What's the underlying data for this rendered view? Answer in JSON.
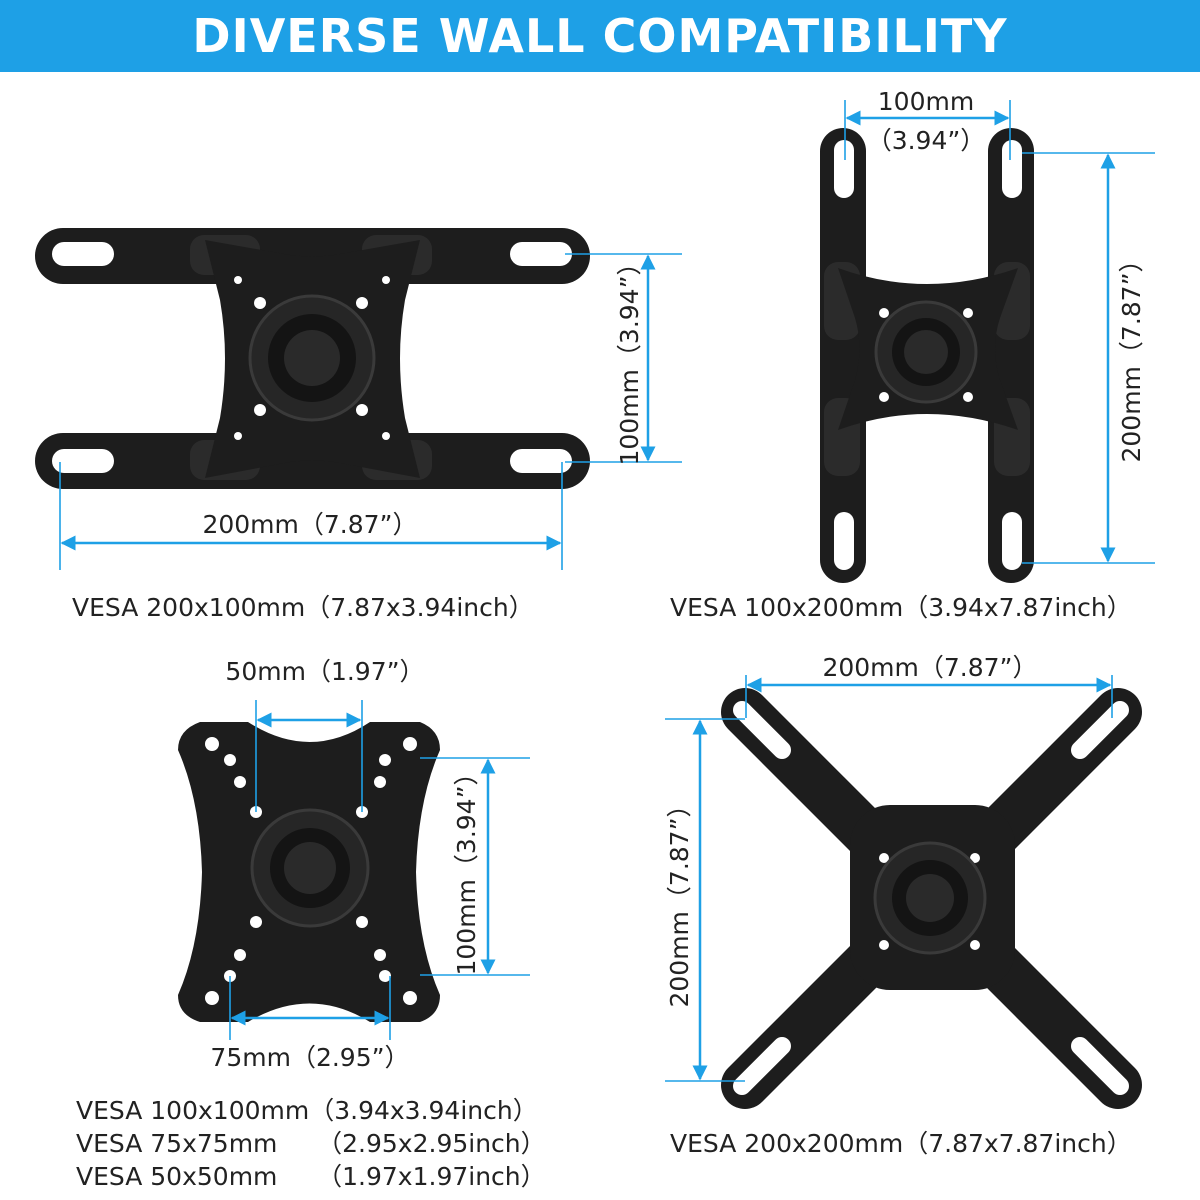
{
  "banner": {
    "title": "DIVERSE WALL COMPATIBILITY"
  },
  "colors": {
    "accent": "#1ea0e6",
    "plate": "#1d1d1d",
    "text": "#222222"
  },
  "mounts": {
    "m1": {
      "width_label": "200mm（7.87”）",
      "height_label": "100mm（3.94”）",
      "caption": "VESA 200x100mm（7.87x3.94inch）"
    },
    "m2": {
      "width_label_1": "100mm",
      "width_label_2": "（3.94”）",
      "height_label": "200mm（7.87”）",
      "caption": "VESA 100x200mm（3.94x7.87inch）"
    },
    "m3": {
      "top_label": "50mm（1.97”）",
      "bottom_label": "75mm（2.95”）",
      "height_label": "100mm（3.94”）",
      "caption_1": "VESA 100x100mm（3.94x3.94inch）",
      "caption_2": "VESA 75x75mm     （2.95x2.95inch）",
      "caption_3": "VESA 50x50mm     （1.97x1.97inch）"
    },
    "m4": {
      "width_label": "200mm（7.87”）",
      "height_label": "200mm（7.87”）",
      "caption": "VESA 200x200mm（7.87x7.87inch）"
    }
  }
}
